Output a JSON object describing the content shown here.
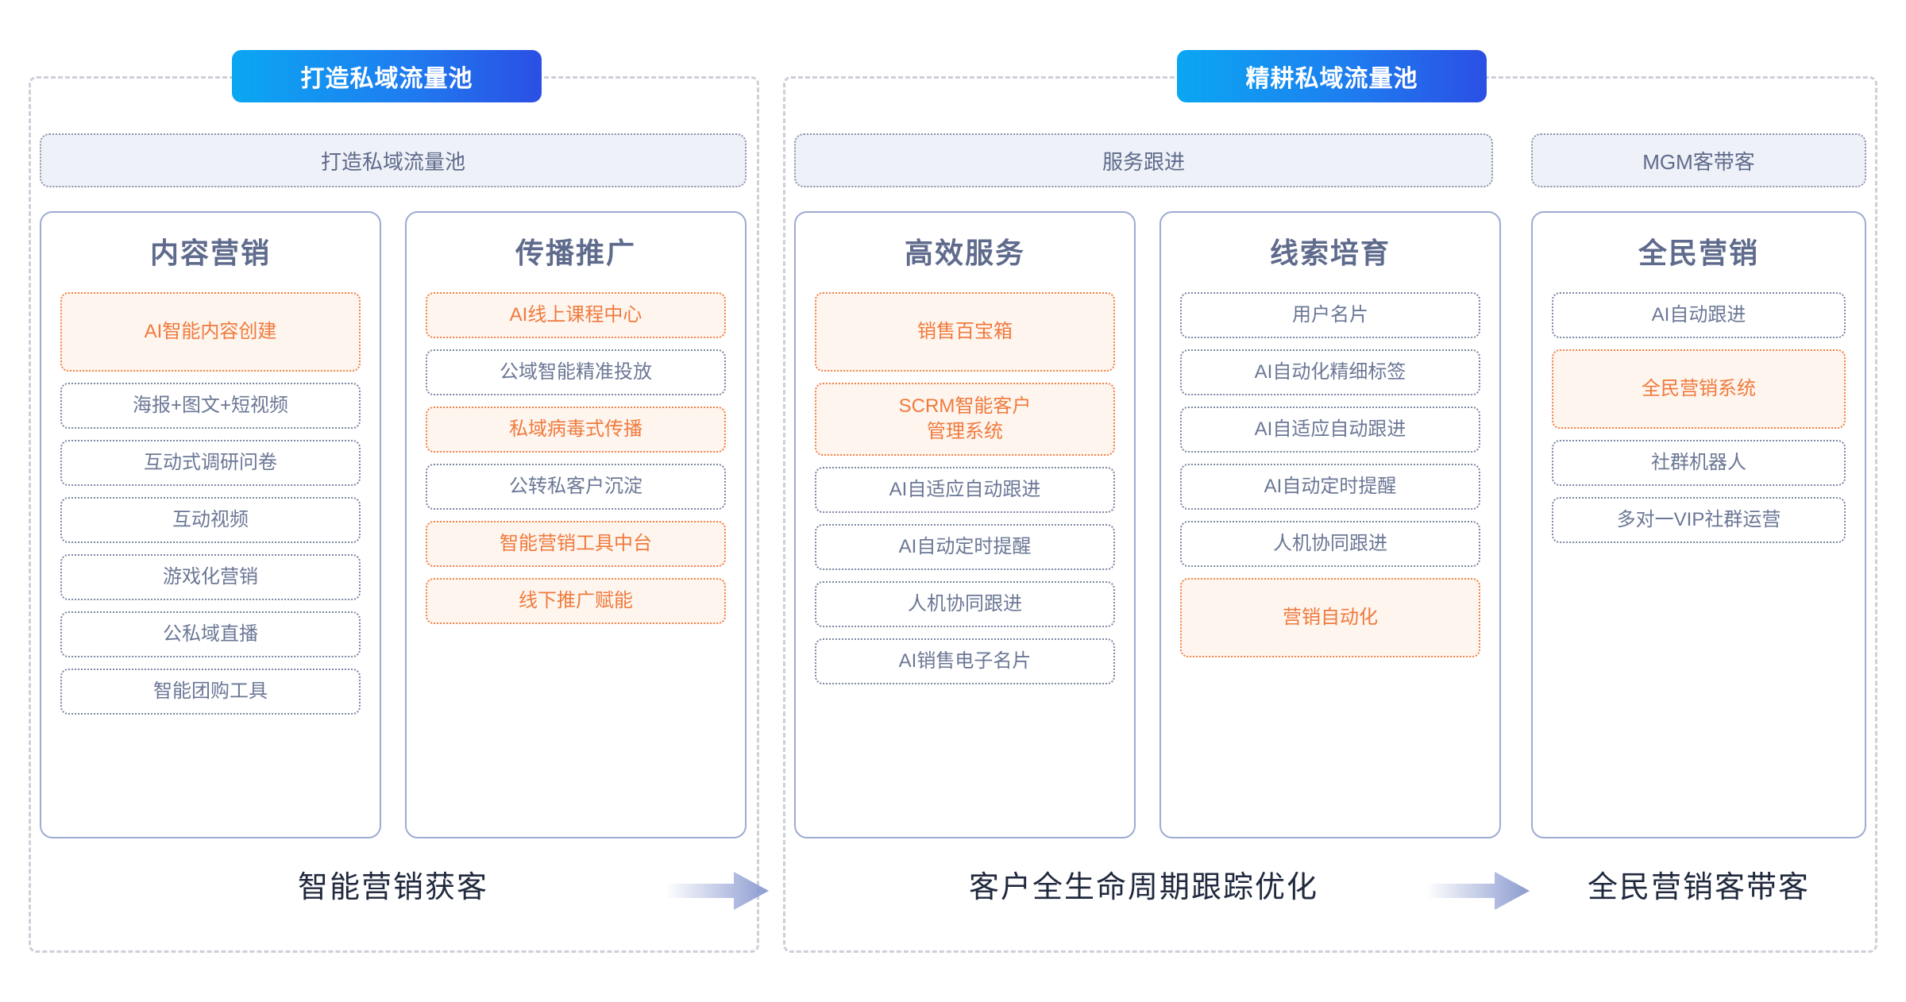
{
  "sections": {
    "left": {
      "badge": "打造私域流量池"
    },
    "right": {
      "badge": "精耕私域流量池"
    }
  },
  "group_headers": {
    "pool": "打造私域流量池",
    "service": "服务跟进",
    "mgm": "MGM客带客"
  },
  "columns": [
    {
      "title": "内容营销",
      "items": [
        {
          "label": "AI智能内容创建",
          "highlight": true,
          "size": "tall"
        },
        {
          "label": "海报+图文+短视频",
          "highlight": false,
          "size": "normal"
        },
        {
          "label": "互动式调研问卷",
          "highlight": false,
          "size": "normal"
        },
        {
          "label": "互动视频",
          "highlight": false,
          "size": "normal"
        },
        {
          "label": "游戏化营销",
          "highlight": false,
          "size": "normal"
        },
        {
          "label": "公私域直播",
          "highlight": false,
          "size": "normal"
        },
        {
          "label": "智能团购工具",
          "highlight": false,
          "size": "normal"
        }
      ]
    },
    {
      "title": "传播推广",
      "items": [
        {
          "label": "AI线上课程中心",
          "highlight": true,
          "size": "normal"
        },
        {
          "label": "公域智能精准投放",
          "highlight": false,
          "size": "normal"
        },
        {
          "label": "私域病毒式传播",
          "highlight": true,
          "size": "normal"
        },
        {
          "label": "公转私客户沉淀",
          "highlight": false,
          "size": "normal"
        },
        {
          "label": "智能营销工具中台",
          "highlight": true,
          "size": "normal"
        },
        {
          "label": "线下推广赋能",
          "highlight": true,
          "size": "normal"
        }
      ]
    },
    {
      "title": "高效服务",
      "items": [
        {
          "label": "销售百宝箱",
          "highlight": true,
          "size": "tall"
        },
        {
          "label": "SCRM智能客户\n管理系统",
          "highlight": true,
          "size": "taller"
        },
        {
          "label": "AI自适应自动跟进",
          "highlight": false,
          "size": "normal"
        },
        {
          "label": "AI自动定时提醒",
          "highlight": false,
          "size": "normal"
        },
        {
          "label": "人机协同跟进",
          "highlight": false,
          "size": "normal"
        },
        {
          "label": "AI销售电子名片",
          "highlight": false,
          "size": "normal"
        }
      ]
    },
    {
      "title": "线索培育",
      "items": [
        {
          "label": "用户名片",
          "highlight": false,
          "size": "normal"
        },
        {
          "label": "AI自动化精细标签",
          "highlight": false,
          "size": "normal"
        },
        {
          "label": "AI自适应自动跟进",
          "highlight": false,
          "size": "normal"
        },
        {
          "label": "AI自动定时提醒",
          "highlight": false,
          "size": "normal"
        },
        {
          "label": "人机协同跟进",
          "highlight": false,
          "size": "normal"
        },
        {
          "label": "营销自动化",
          "highlight": true,
          "size": "tall"
        }
      ]
    },
    {
      "title": "全民营销",
      "items": [
        {
          "label": "AI自动跟进",
          "highlight": false,
          "size": "normal"
        },
        {
          "label": "全民营销系统",
          "highlight": true,
          "size": "tall"
        },
        {
          "label": "社群机器人",
          "highlight": false,
          "size": "normal"
        },
        {
          "label": "多对一VIP社群运营",
          "highlight": false,
          "size": "normal"
        }
      ]
    }
  ],
  "captions": {
    "left": "智能营销获客",
    "middle": "客户全生命周期跟踪优化",
    "right": "全民营销客带客"
  },
  "colors": {
    "badge_gradient_start": "#0aa7f2",
    "badge_gradient_end": "#2b4fe4",
    "highlight_text": "#f07a3c",
    "highlight_bg": "#fef5ef",
    "highlight_border": "#f2834a",
    "normal_text": "#6b7795",
    "normal_border": "#7d87a4",
    "card_border": "#9eabd2",
    "group_head_bg": "#eef1f7",
    "section_dash": "#cdd0d9",
    "caption_text": "#20293d",
    "arrow_gradient_end": "#8c9bd0"
  },
  "arrows": {
    "first": "arrow-right-icon",
    "second": "arrow-right-icon"
  }
}
